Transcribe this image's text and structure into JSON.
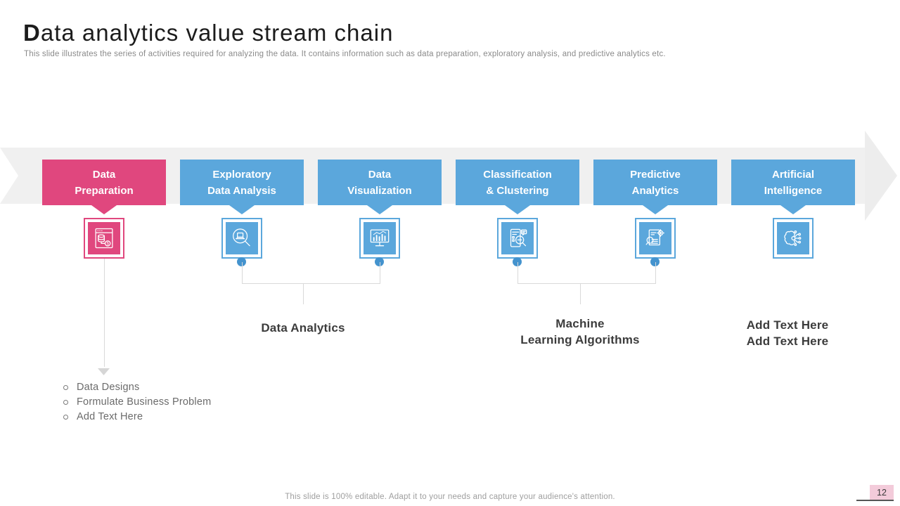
{
  "header": {
    "title_lead": "D",
    "title_rest": "ata analytics value stream chain",
    "subtitle": "This slide illustrates the series of activities required for analyzing the data. It contains information such as data preparation, exploratory analysis, and predictive analytics etc."
  },
  "stages": [
    {
      "label": "Data\nPreparation",
      "icon": "database-window-dollar-icon",
      "color": "#E0477E"
    },
    {
      "label": "Exploratory\nData Analysis",
      "icon": "magnifier-laptop-icon",
      "color": "#5BA7DC"
    },
    {
      "label": "Data\nVisualization",
      "icon": "monitor-bar-chart-icon",
      "color": "#5BA7DC"
    },
    {
      "label": "Classification\n& Clustering",
      "icon": "document-magnifier-chat-icon",
      "color": "#5BA7DC"
    },
    {
      "label": "Predictive\nAnalytics",
      "icon": "document-gear-magnifier-icon",
      "color": "#5BA7DC"
    },
    {
      "label": "Artificial\nIntelligence",
      "icon": "brain-circuit-icon",
      "color": "#5BA7DC"
    }
  ],
  "groups": {
    "data_analytics": "Data Analytics",
    "ml_algorithms": "Machine\nLearning Algorithms",
    "add_text": "Add Text Here\nAdd Text Here"
  },
  "bullets": [
    "Data Designs",
    "Formulate Business Problem",
    "Add Text Here"
  ],
  "footer": "This slide is 100% editable. Adapt it to your needs and capture your audience's attention.",
  "page_number": "12",
  "colors": {
    "accent_pink": "#E0477E",
    "accent_blue": "#5BA7DC",
    "dot_blue": "#4493CE",
    "band_gray": "#F0F0F0",
    "connector_gray": "#D9D9D9",
    "page_box_pink": "#F3CBDA"
  }
}
